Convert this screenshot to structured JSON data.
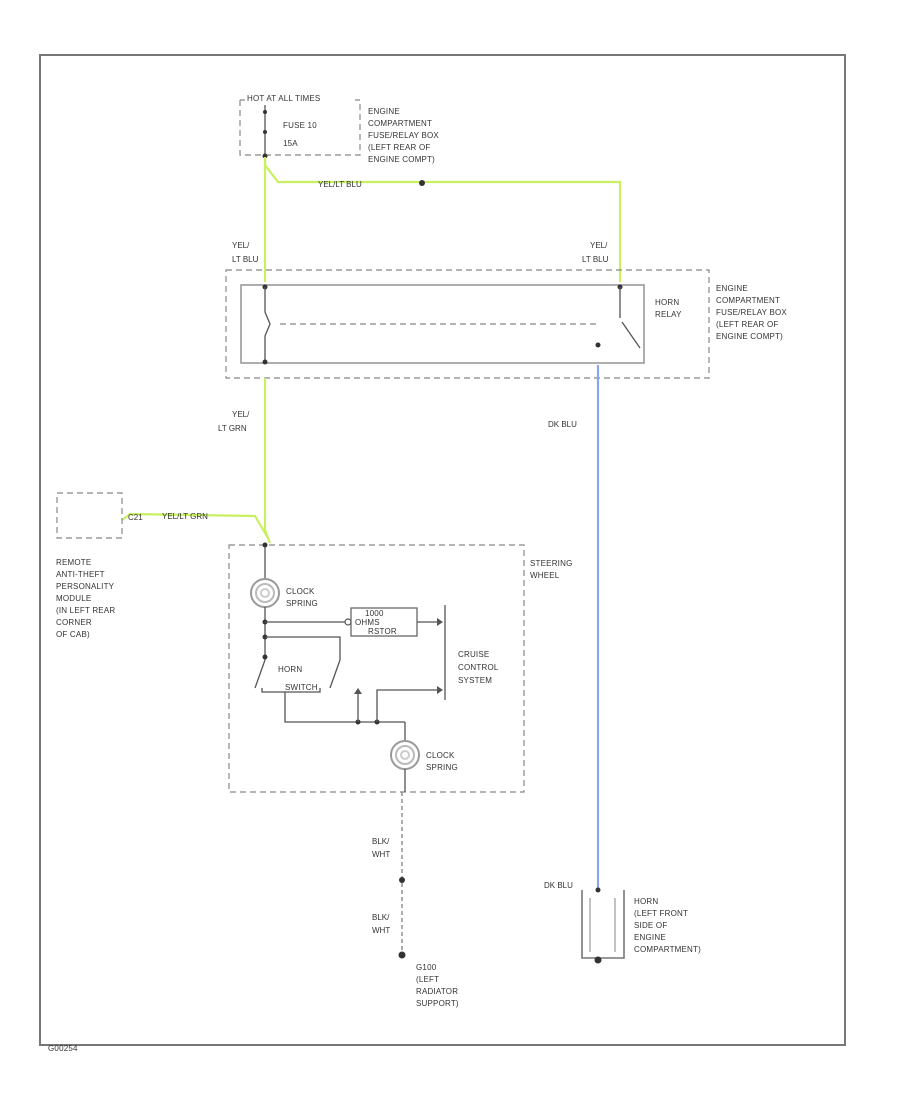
{
  "colors": {
    "wire_yel_lt_grn": "#c8f060",
    "wire_dk_blu": "#8aa6e6",
    "frame": "#777777"
  },
  "fuse_box_header": "HOT AT ALL TIMES",
  "fuse": {
    "line1": "FUSE 10",
    "line2": "15A"
  },
  "fuse_box_location": [
    "ENGINE",
    "COMPARTMENT",
    "FUSE/RELAY BOX",
    "(LEFT REAR OF",
    "ENGINE COMPT)"
  ],
  "relay_box_location": [
    "ENGINE",
    "COMPARTMENT",
    "FUSE/RELAY BOX",
    "(LEFT REAR OF",
    "ENGINE COMPT)"
  ],
  "horn_relay": [
    "HORN",
    "RELAY"
  ],
  "wires": {
    "top_run": "YEL/LT BLU",
    "relay_left_in": [
      "YEL/",
      "LT BLU"
    ],
    "relay_right_in": [
      "YEL/",
      "LT BLU"
    ],
    "relay_to_wheel": [
      "YEL/",
      "LT GRN"
    ],
    "module_run": "YEL/LT GRN",
    "module_pin": "C21",
    "dk_blu_top": "DK BLU",
    "dk_blu_bottom": "DK BLU",
    "ground_upper": [
      "BLK/",
      "WHT"
    ],
    "ground_lower": [
      "BLK/",
      "WHT"
    ]
  },
  "module": [
    "REMOTE",
    "ANTI-THEFT",
    "PERSONALITY",
    "MODULE",
    "(IN LEFT REAR",
    "CORNER",
    "OF CAB)"
  ],
  "steering_wheel": [
    "STEERING",
    "WHEEL"
  ],
  "clock_spring_top": [
    "CLOCK",
    "SPRING"
  ],
  "clock_spring_bottom": [
    "CLOCK",
    "SPRING"
  ],
  "resistor": [
    "1000",
    "OHMS",
    "RSTOR"
  ],
  "horn_switch": [
    "HORN",
    "SWITCH"
  ],
  "cruise": [
    "CRUISE",
    "CONTROL",
    "SYSTEM"
  ],
  "horn": [
    "HORN",
    "(LEFT FRONT",
    "SIDE OF",
    "ENGINE",
    "COMPARTMENT)"
  ],
  "ground": [
    "G100",
    "(LEFT",
    "RADIATOR",
    "SUPPORT)"
  ],
  "figure_id": "G00254"
}
